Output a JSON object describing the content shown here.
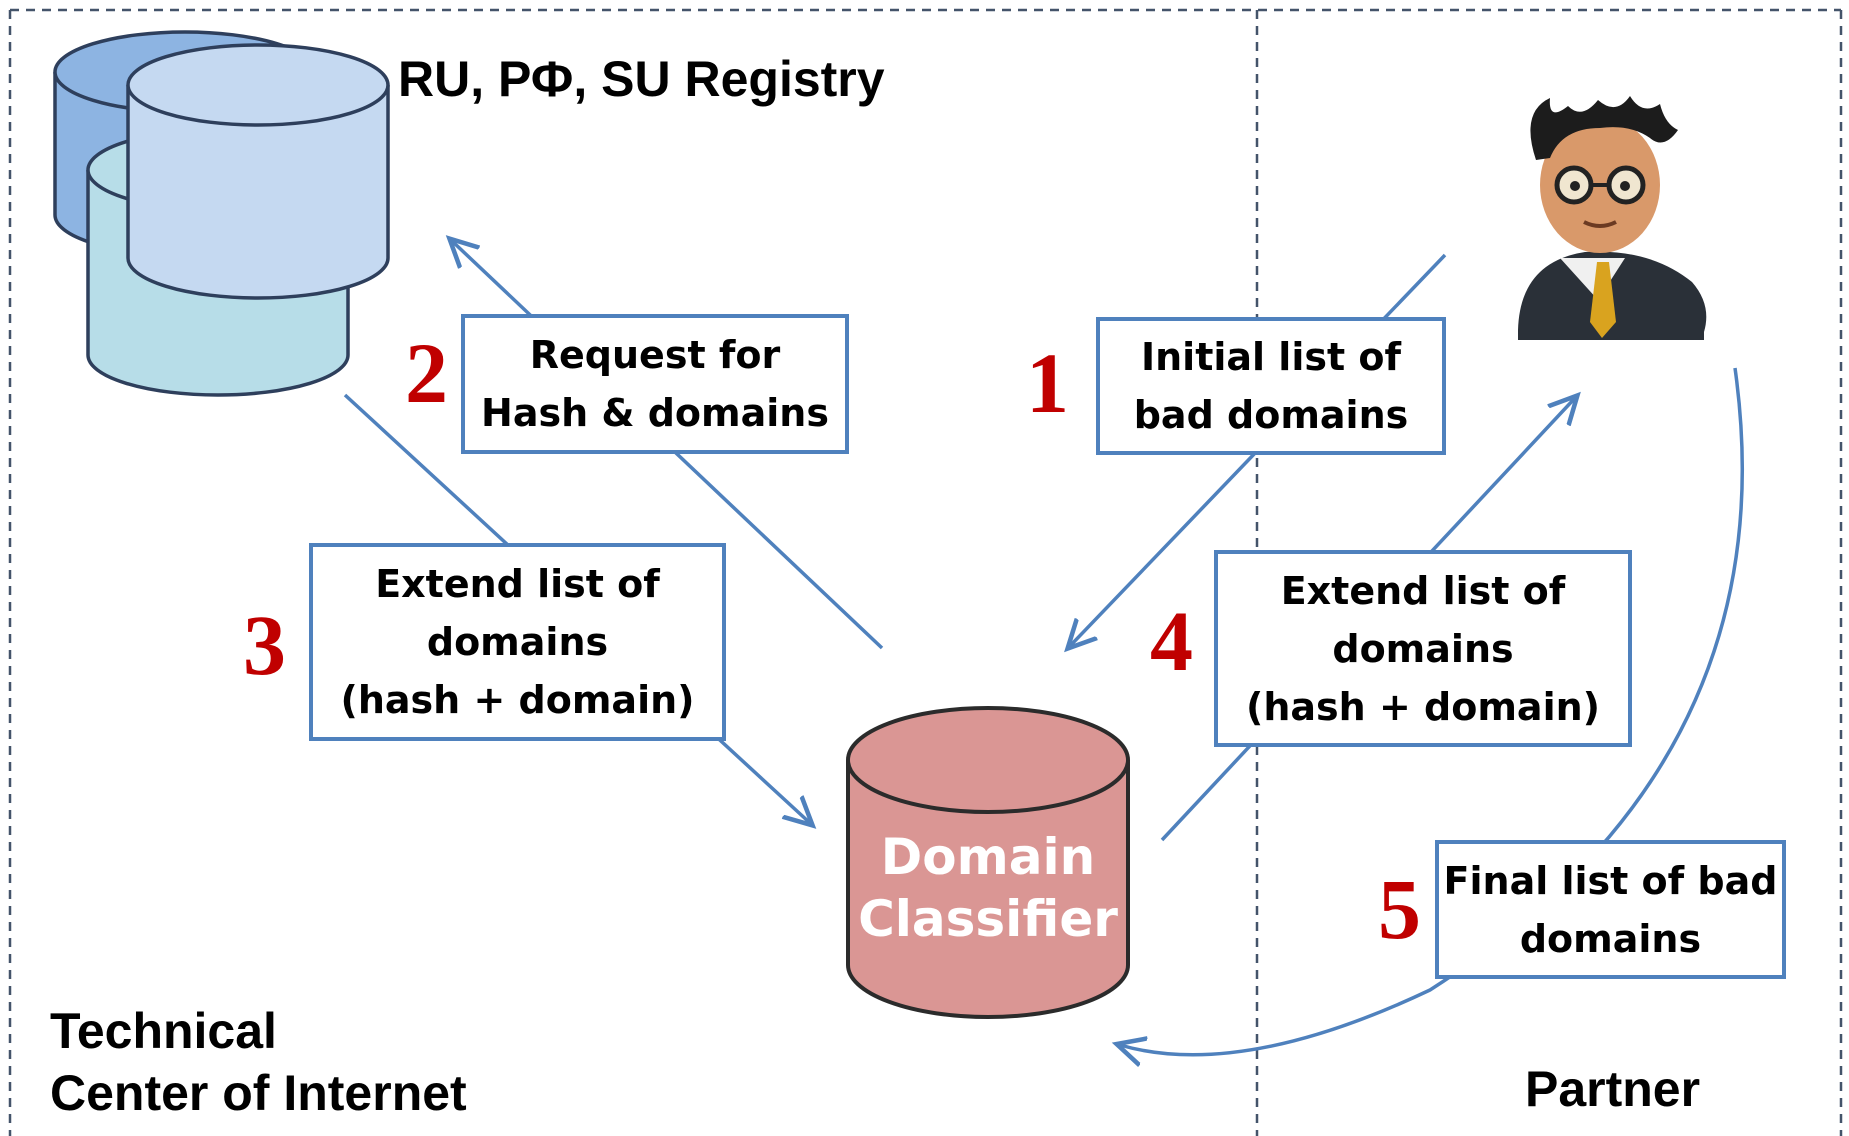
{
  "regions": {
    "left_label": "Technical\nCenter of Internet",
    "right_label": "Partner"
  },
  "registry": {
    "label": "RU, РФ, SU Registry",
    "icon": "database-stack-icon"
  },
  "classifier": {
    "label": "Domain\nClassifier",
    "icon": "database-icon"
  },
  "partner_icon": "person-avatar-icon",
  "steps": [
    {
      "number": "1",
      "label": "Initial list of\nbad domains"
    },
    {
      "number": "2",
      "label": "Request for\nHash & domains"
    },
    {
      "number": "3",
      "label": "Extend list of\ndomains\n(hash + domain)"
    },
    {
      "number": "4",
      "label": "Extend list of\ndomains\n(hash + domain)"
    },
    {
      "number": "5",
      "label": "Final list of bad\ndomains"
    }
  ],
  "colors": {
    "arrow": "#4f81bd",
    "step_number": "#c00000",
    "classifier_fill": "#da9694",
    "registry_fill": "#c5d9f1",
    "registry_back_fill": "#8db4e2",
    "registry_mid_fill": "#b7dde8"
  }
}
